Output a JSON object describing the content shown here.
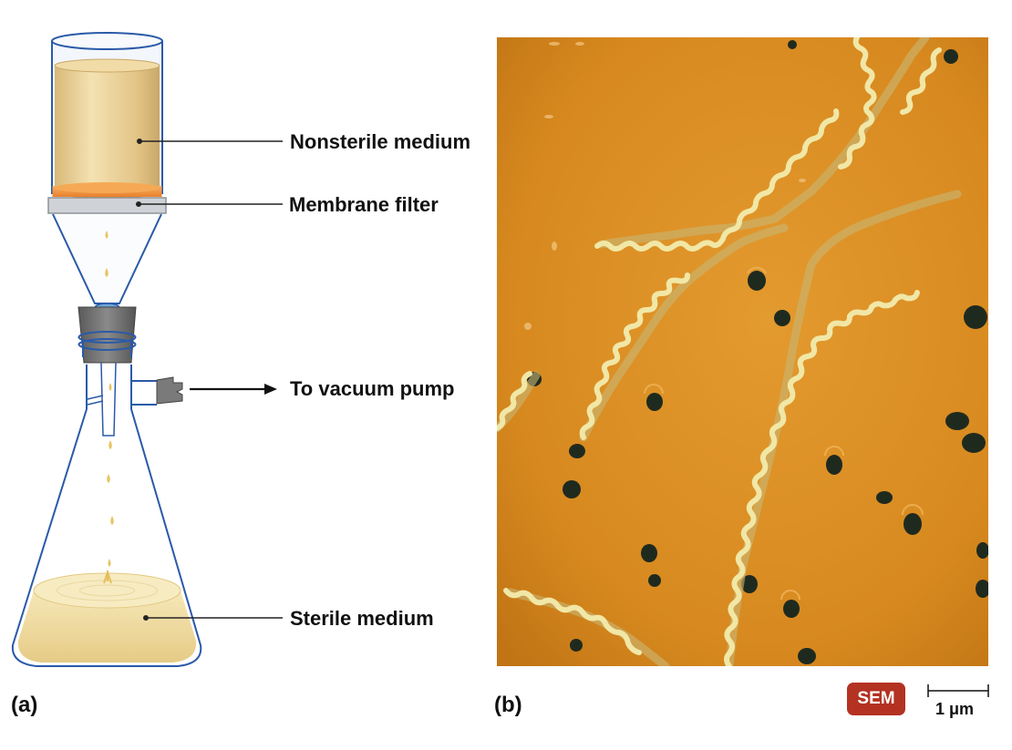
{
  "panel_a": {
    "label": "(a)",
    "callouts": {
      "nonsterile": "Nonsterile medium",
      "membrane": "Membrane filter",
      "vacuum": "To vacuum pump",
      "sterile": "Sterile medium"
    }
  },
  "panel_b": {
    "label": "(b)",
    "badge": "SEM",
    "scale_bar": "1 μm"
  },
  "colors": {
    "glass": "#2a5aa8",
    "medium": "#e9cf8e",
    "filter": "#f0903a",
    "stopper": "#6e6e6e",
    "micrograph": "#d7891f",
    "spirochete": "#f1e7a6",
    "badge": "#b33222"
  }
}
